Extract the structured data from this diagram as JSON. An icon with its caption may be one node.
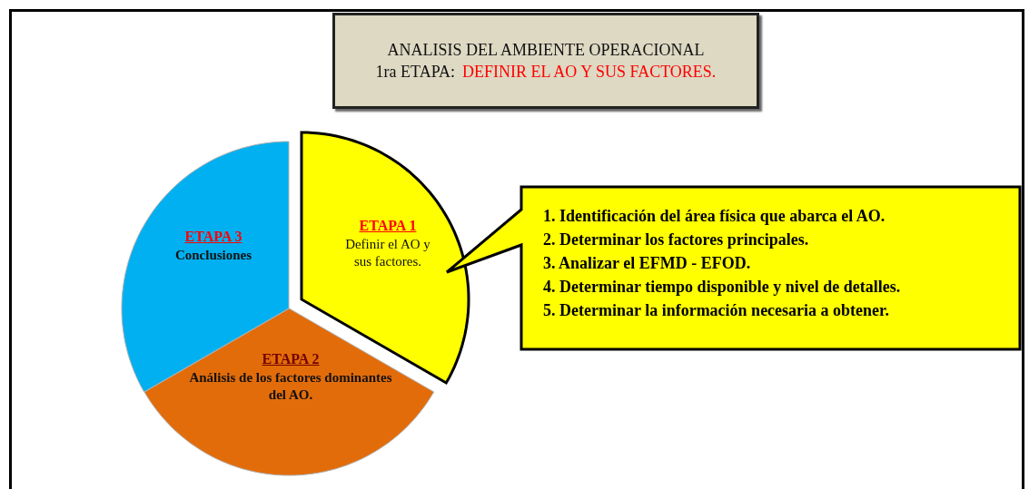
{
  "diagram": {
    "nodes": [
      {
        "text": [
          "ANALISIS DEL AMBIENTE OPERACIONAL",
          "1ra ETAPA:",
          "DEFINIR EL AO Y SUS FACTORES."
        ]
      },
      {
        "text": [
          "ETAPA 1",
          "Definir el AO y sus factores."
        ]
      },
      {
        "text": [
          "ETAPA 2",
          "Análisis de los factores dominantes del AO."
        ]
      },
      {
        "text": [
          "ETAPA 3",
          "Conclusiones"
        ]
      },
      {
        "text": [
          "1. Identificación del área física que abarca el AO.",
          "2. Determinar los factores principales.",
          "3. Analizar el EFMD - EFOD.",
          "4. Determinar tiempo disponible y nivel de detalles.",
          "5. Determinar la información necesaria a obtener."
        ]
      }
    ]
  }
}
